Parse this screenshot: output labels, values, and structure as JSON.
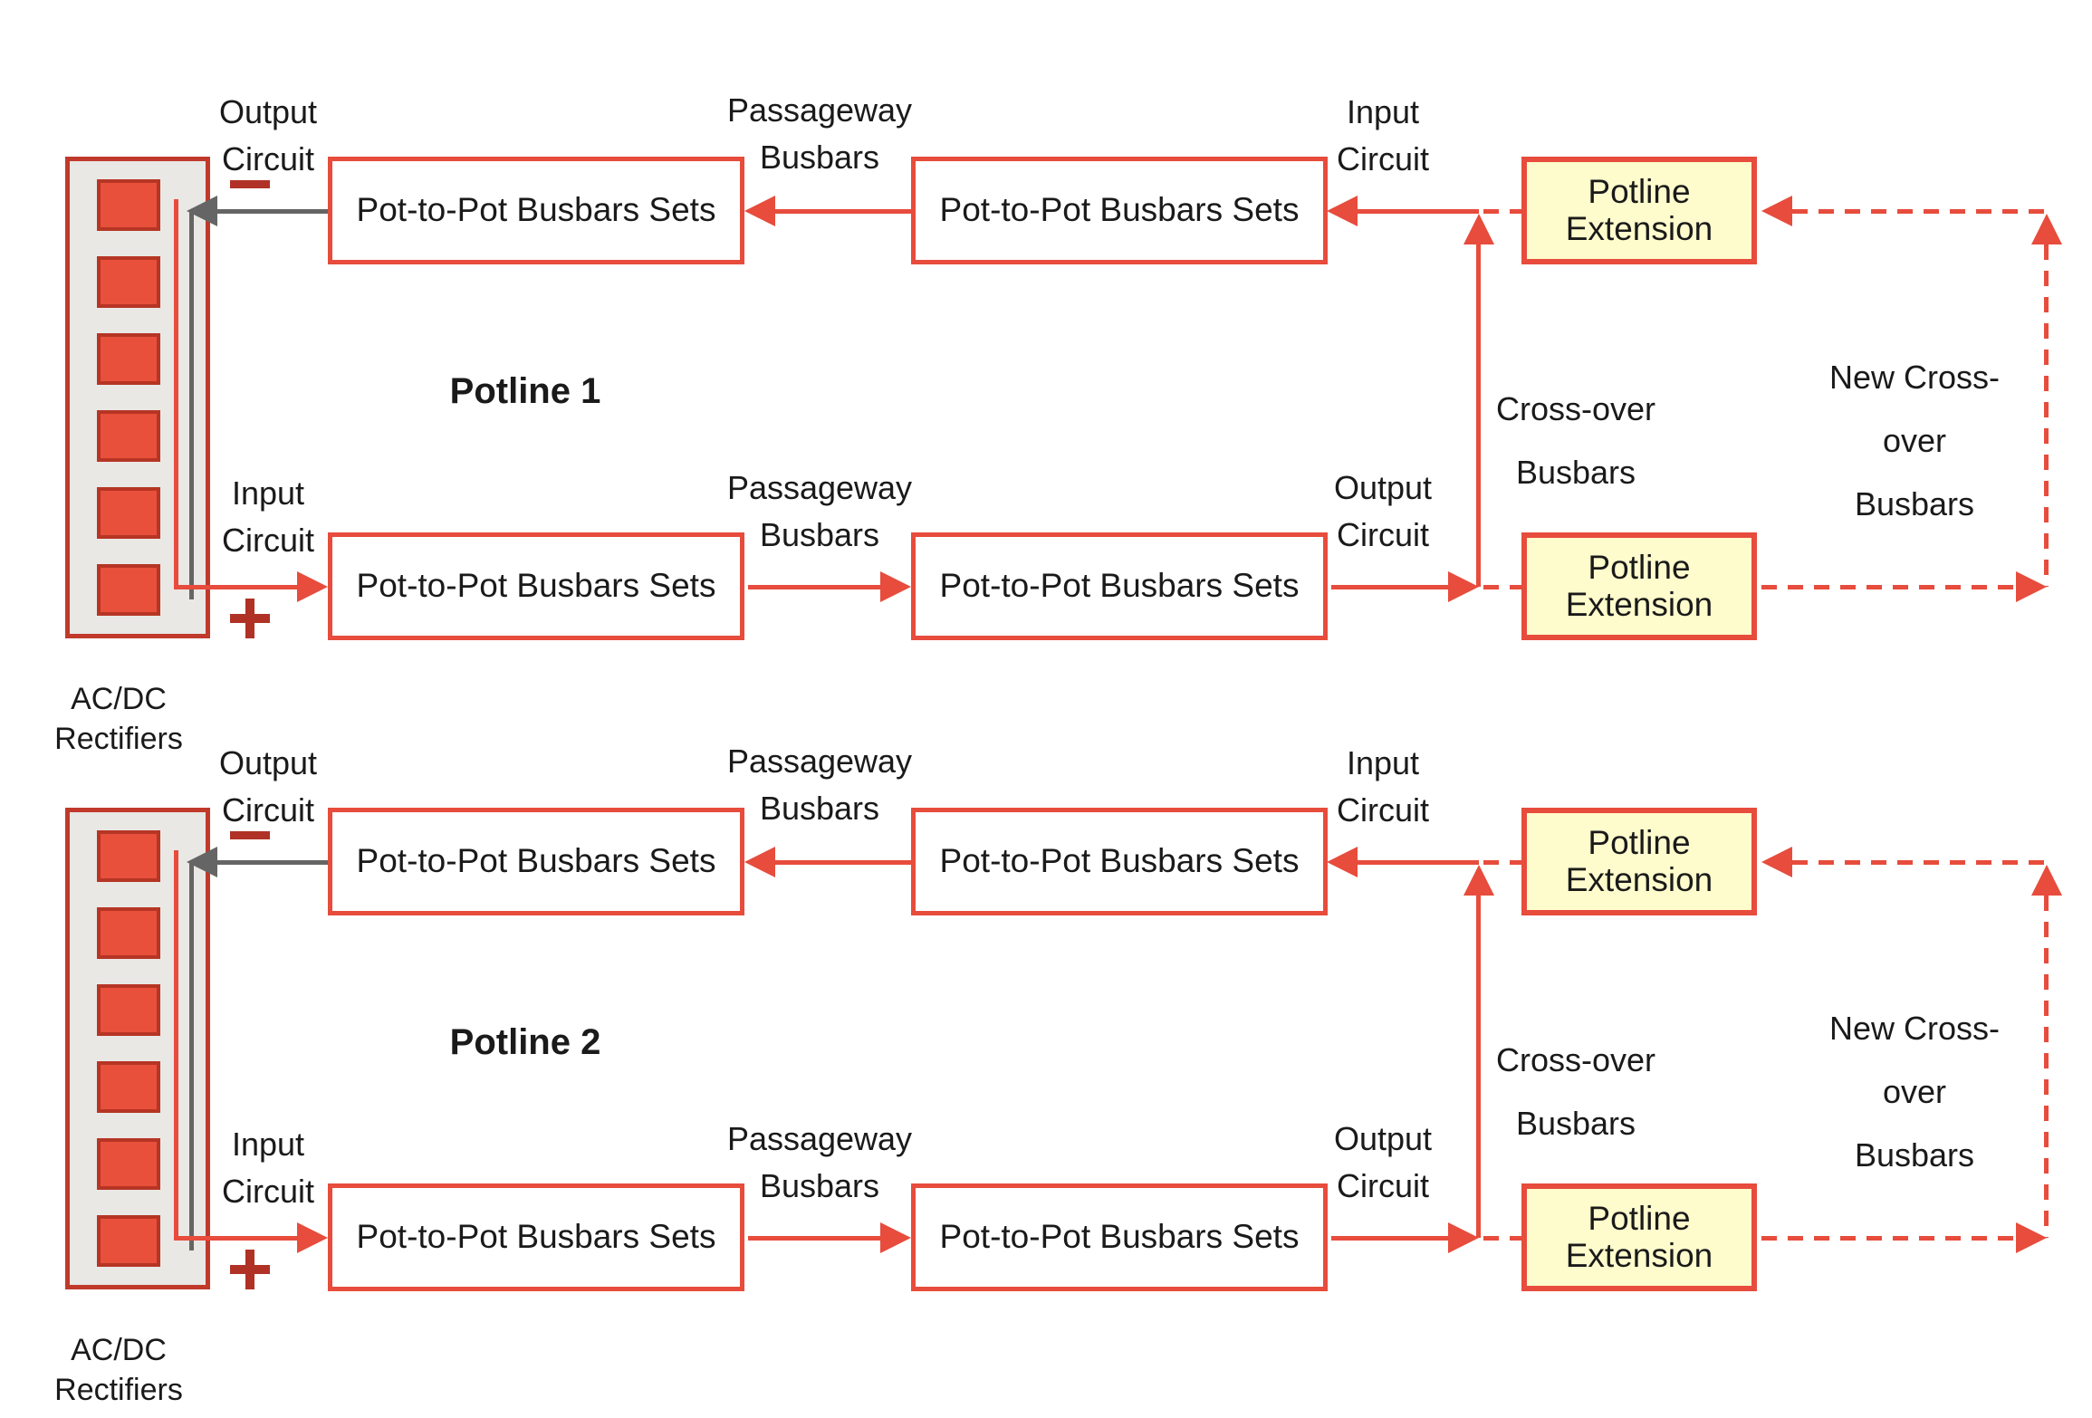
{
  "diagram_title": "Potline busbars circuit diagram",
  "colors": {
    "line_red": "#e74c3c",
    "rectifier_border_red": "#c0392b",
    "polarity_symbol_red": "#b03226",
    "output_line_gray": "#656565",
    "rectifier_fill_gray": "#e9e8e5",
    "extension_fill_yellow": "#fefbcc",
    "text": "#1a1a1a"
  },
  "potlines": [
    {
      "name": "Potline 1",
      "rectifier_label": "AC/DC\nRectifiers",
      "output_circuit_label": "Output\nCircuit",
      "input_circuit_label": "Input\nCircuit",
      "passageway_top_label": "Passageway\nBusbars",
      "passageway_bottom_label": "Passageway\nBusbars",
      "input_circuit_right_label": "Input\nCircuit",
      "output_circuit_right_label": "Output\nCircuit",
      "crossover_label": "Cross-over\nBusbars",
      "new_crossover_label": "New Cross-over\nBusbars",
      "box_top_left": "Pot-to-Pot Busbars Sets",
      "box_top_right": "Pot-to-Pot Busbars Sets",
      "box_bottom_left": "Pot-to-Pot Busbars Sets",
      "box_bottom_right": "Pot-to-Pot Busbars Sets",
      "extension_top": "Potline Extension",
      "extension_bottom": "Potline Extension",
      "polarity_negative": "−",
      "polarity_positive": "+"
    },
    {
      "name": "Potline 2",
      "rectifier_label": "AC/DC\nRectifiers",
      "output_circuit_label": "Output\nCircuit",
      "input_circuit_label": "Input\nCircuit",
      "passageway_top_label": "Passageway\nBusbars",
      "passageway_bottom_label": "Passageway\nBusbars",
      "input_circuit_right_label": "Input\nCircuit",
      "output_circuit_right_label": "Output\nCircuit",
      "crossover_label": "Cross-over\nBusbars",
      "new_crossover_label": "New Cross-over\nBusbars",
      "box_top_left": "Pot-to-Pot Busbars Sets",
      "box_top_right": "Pot-to-Pot Busbars Sets",
      "box_bottom_left": "Pot-to-Pot Busbars Sets",
      "box_bottom_right": "Pot-to-Pot Busbars Sets",
      "extension_top": "Potline Extension",
      "extension_bottom": "Potline Extension",
      "polarity_negative": "−",
      "polarity_positive": "+"
    }
  ]
}
